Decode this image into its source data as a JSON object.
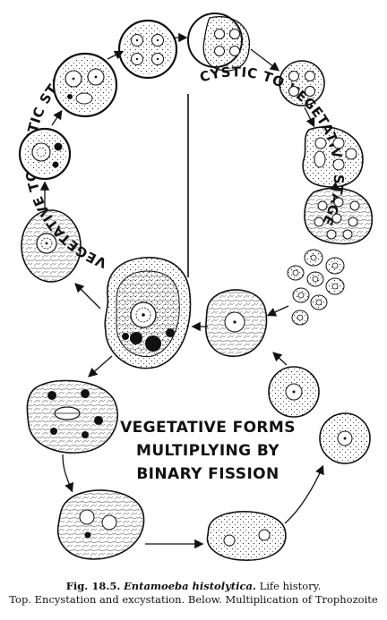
{
  "diagram": {
    "title_arc_left": "VEGETATIVE TO CYSTIC STAGE",
    "title_arc_right": "CYSTIC TO VEGETATIVE STAGE",
    "center_text": [
      "VEGETATIVE FORMS",
      "MULTIPLYING BY",
      "BINARY FISSION"
    ]
  },
  "caption": {
    "fig_number": "Fig. 18.5.",
    "species": "Entamoeba histolytica.",
    "line1_rest": "Life history.",
    "line2": "Top. Encystation and excystation. Below. Multiplication of Trophozoite"
  },
  "colors": {
    "ink": "#111111",
    "background": "#ffffff"
  }
}
